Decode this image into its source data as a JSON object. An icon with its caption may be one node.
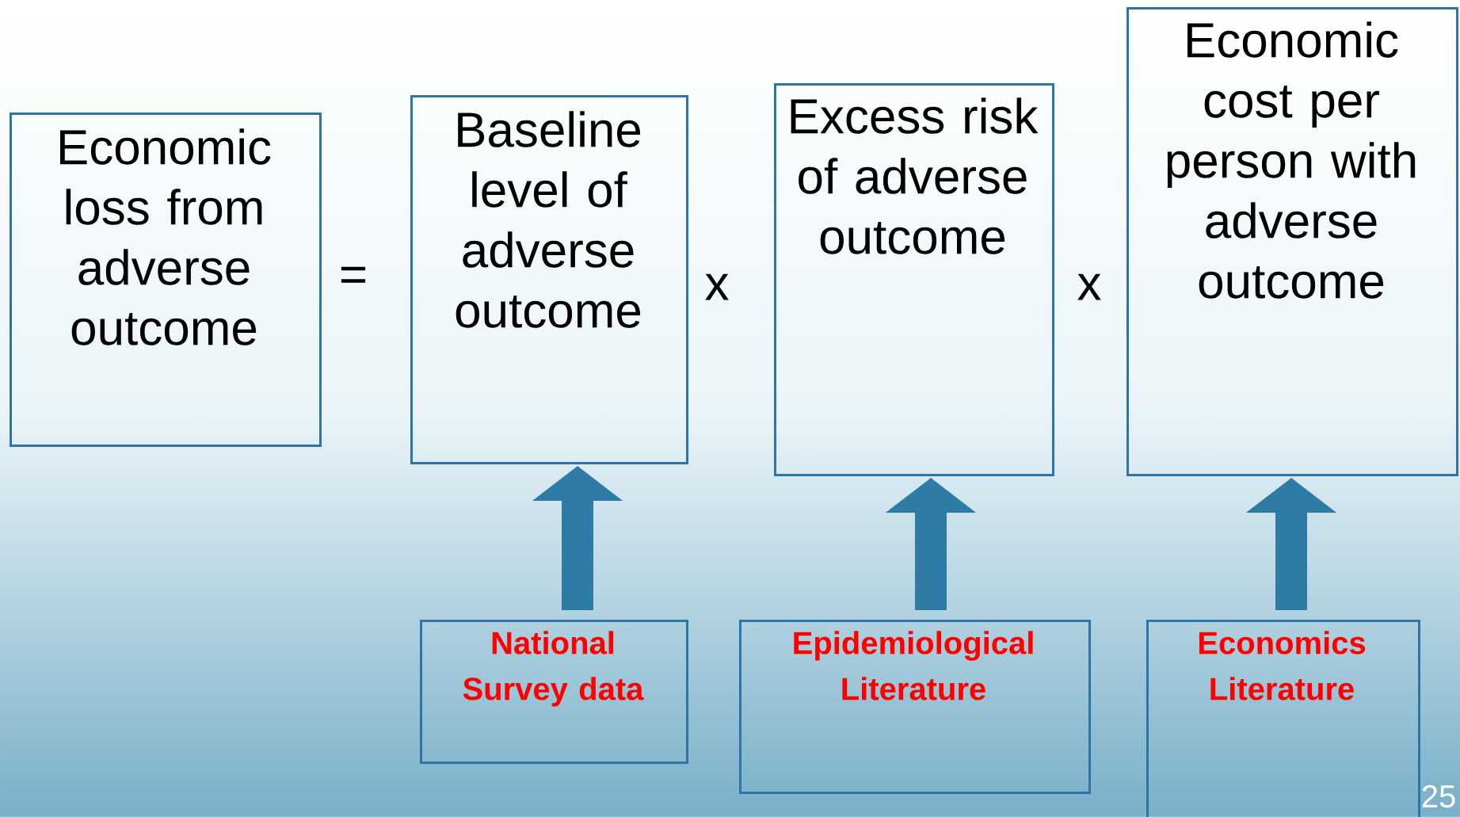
{
  "diagram": {
    "nodes": [
      {
        "text": [
          "Economic loss from adverse outcome"
        ]
      },
      {
        "text": [
          "Baseline level of adverse outcome"
        ]
      },
      {
        "text": [
          "Excess risk of adverse outcome"
        ]
      },
      {
        "text": [
          "Economic cost per person with adverse outcome"
        ]
      },
      {
        "text": [
          "National Survey data"
        ]
      },
      {
        "text": [
          "Epidemiological Literature"
        ]
      },
      {
        "text": [
          "Economics Literature"
        ]
      }
    ],
    "edges": [
      {
        "from": 4,
        "to": 1,
        "arrow": "to"
      },
      {
        "from": 5,
        "to": 2,
        "arrow": "to"
      },
      {
        "from": 6,
        "to": 3,
        "arrow": "to"
      }
    ],
    "labels": [
      "=",
      "x",
      "x",
      "25"
    ]
  }
}
